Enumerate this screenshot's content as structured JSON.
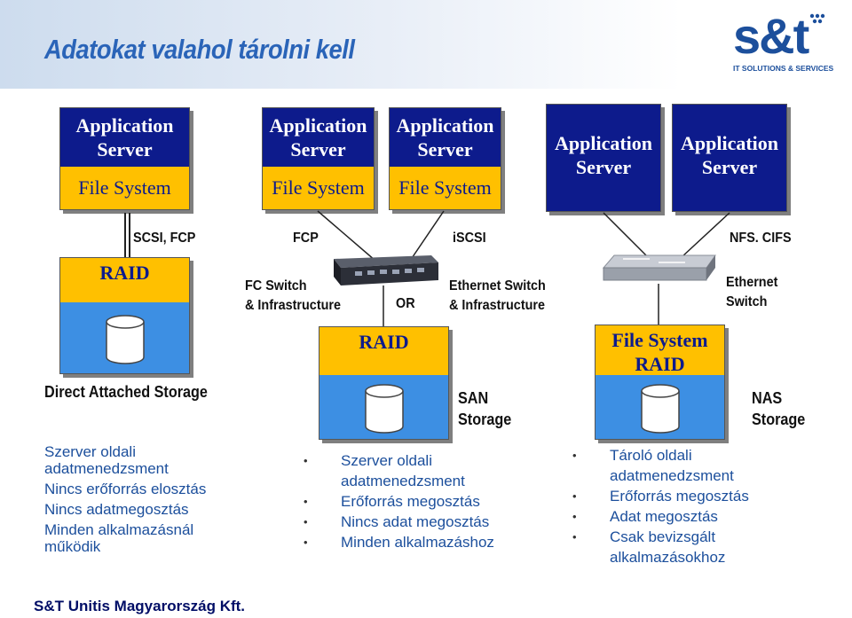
{
  "header": {
    "title": "Adatokat valahol tárolni kell",
    "logo_mark": "s&t",
    "logo_tagline": "IT SOLUTIONS & SERVICES"
  },
  "servers": {
    "app_label_1": "Application",
    "app_label_2": "Server",
    "fs_label": "File System"
  },
  "storage": {
    "raid": "RAID",
    "fs_raid_1": "File System",
    "fs_raid_2": "RAID"
  },
  "connections": {
    "scsi_fcp": "SCSI, FCP",
    "fcp": "FCP",
    "iscsi": "iSCSI",
    "nfs_cifs": "NFS. CIFS",
    "fc_switch_1": "FC Switch",
    "fc_switch_2": "& Infrastructure",
    "or": "OR",
    "eth_switch_1": "Ethernet Switch",
    "eth_switch_2": "& Infrastructure",
    "nas_eth_1": "Ethernet",
    "nas_eth_2": "Switch"
  },
  "categories": {
    "das": "Direct Attached Storage",
    "san_1": "SAN",
    "san_2": "Storage",
    "nas_1": "NAS",
    "nas_2": "Storage"
  },
  "das_list": [
    "Szerver oldali",
    "adatmenedzsment",
    "Nincs erőforrás elosztás",
    "Nincs adatmegosztás",
    "Minden alkalmazásnál",
    "működik"
  ],
  "san_list": [
    {
      "l1": "Szerver oldali",
      "l2": "adatmenedzsment"
    },
    {
      "l1": "Erőforrás megosztás"
    },
    {
      "l1": "Nincs adat megosztás"
    },
    {
      "l1": "Minden alkalmazáshoz"
    }
  ],
  "nas_list": [
    {
      "l1": "Tároló oldali",
      "l2": "adatmenedzsment"
    },
    {
      "l1": "Erőforrás megosztás"
    },
    {
      "l1": "Adat megosztás"
    },
    {
      "l1": "Csak bevizsgált",
      "l2": "alkalmazásokhoz"
    }
  ],
  "footer": "S&T Unitis Magyarország Kft.",
  "colors": {
    "server_blue": "#0d1b8c",
    "file_system_yellow": "#ffc000",
    "storage_blue": "#3d8fe3",
    "title_blue": "#2a64b8"
  }
}
